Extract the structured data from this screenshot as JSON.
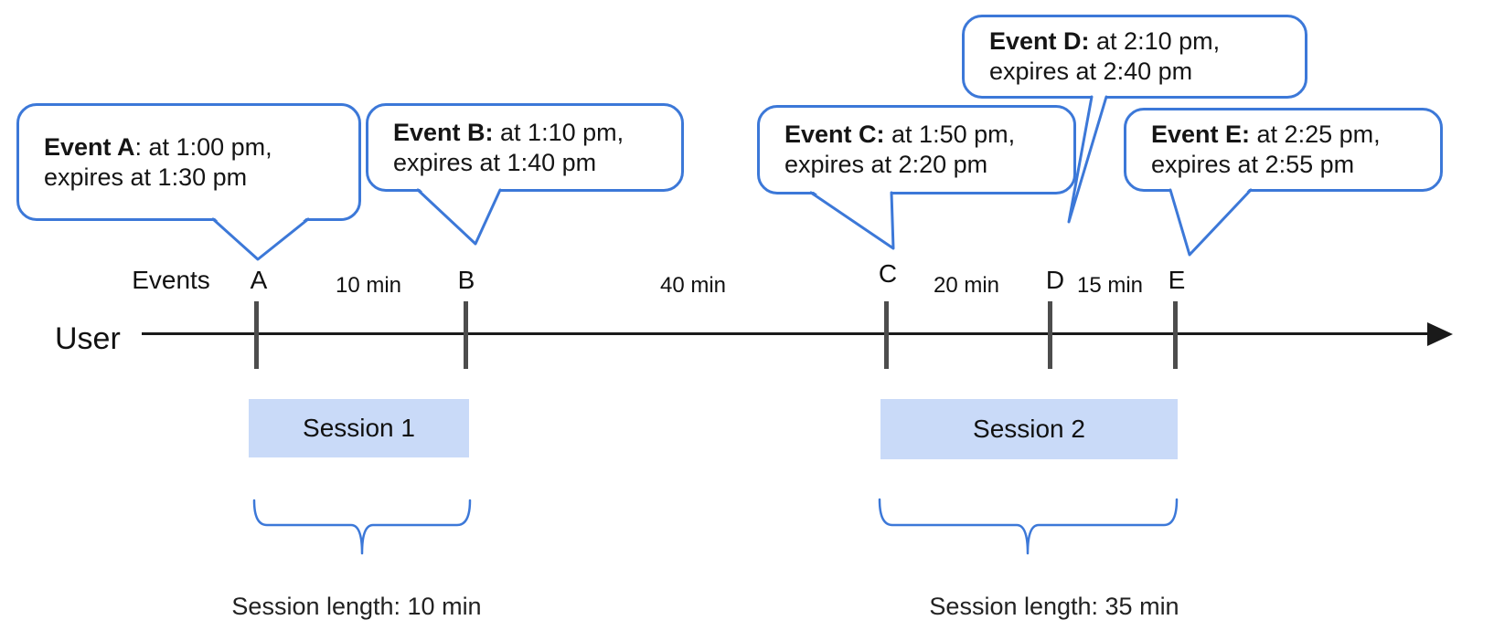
{
  "labels": {
    "events_axis": "Events",
    "user": "User"
  },
  "bubbles": [
    {
      "event": "A",
      "bold": "Event A",
      "rest": ": at 1:00 pm,",
      "line2": "expires at 1:30 pm"
    },
    {
      "event": "B",
      "bold": "Event B:",
      "rest": " at 1:10 pm,",
      "line2": "expires at 1:40 pm"
    },
    {
      "event": "C",
      "bold": "Event C:",
      "rest": " at 1:50 pm,",
      "line2": "expires at 2:20 pm"
    },
    {
      "event": "D",
      "bold": "Event D:",
      "rest": " at 2:10 pm,",
      "line2": "expires at 2:40 pm"
    },
    {
      "event": "E",
      "bold": "Event E:",
      "rest": " at 2:25 pm,",
      "line2": "expires at 2:55 pm"
    }
  ],
  "timeline": {
    "ticks": [
      "A",
      "B",
      "C",
      "D",
      "E"
    ],
    "intervals": [
      "10 min",
      "40 min",
      "20 min",
      "15 min"
    ]
  },
  "sessions": [
    {
      "name": "Session 1",
      "length": "Session length: 10 min"
    },
    {
      "name": "Session 2",
      "length": "Session length: 35 min"
    }
  ],
  "colors": {
    "accent_blue": "#3c78d8",
    "session_fill": "#c9daf8",
    "tick_gray": "#4d4d4d",
    "line_black": "#1a1a1a"
  }
}
